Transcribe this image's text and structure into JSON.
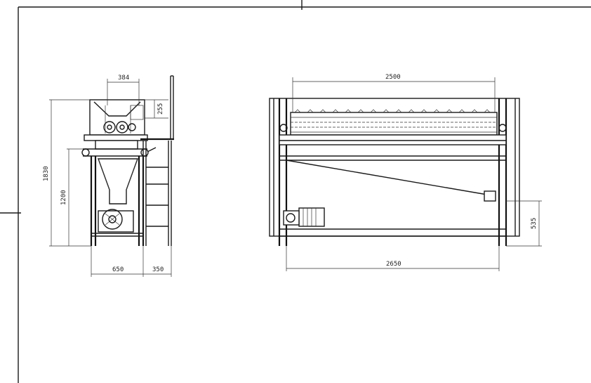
{
  "side_view": {
    "dim_top_width": "384",
    "dim_hopper_height": "255",
    "dim_total_height": "1830",
    "dim_frame_height": "1200",
    "dim_base_width": "650",
    "dim_ladder_width": "350"
  },
  "front_view": {
    "dim_roller_length": "2500",
    "dim_base_length": "2650",
    "dim_motor_height": "535"
  },
  "colors": {
    "line": "#1a1a1a",
    "background": "#ffffff"
  }
}
